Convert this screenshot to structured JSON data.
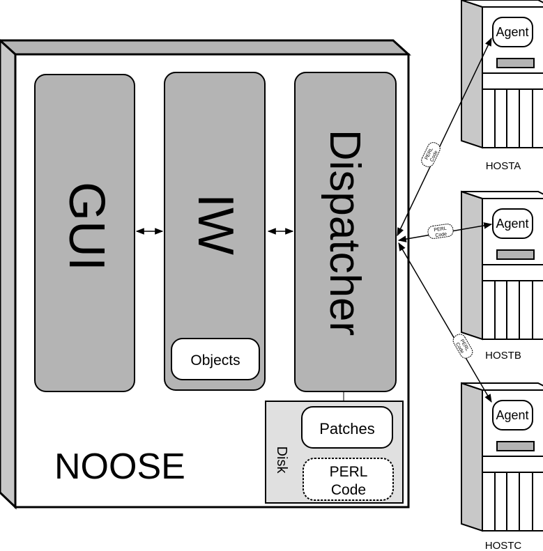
{
  "system": {
    "label": "NOOSE",
    "components": {
      "gui": "GUI",
      "iw": "IW",
      "objects": "Objects",
      "dispatcher": "Dispatcher"
    },
    "disk": {
      "label": "Disk",
      "patches": "Patches",
      "perl_code_line1": "PERL",
      "perl_code_line2": "Code"
    }
  },
  "hosts": [
    {
      "name": "HOSTA",
      "agent": "Agent"
    },
    {
      "name": "HOSTB",
      "agent": "Agent"
    },
    {
      "name": "HOSTC",
      "agent": "Agent"
    }
  ],
  "messages": {
    "line1": "PERL",
    "line2": "Code"
  },
  "colors": {
    "component_fill": "#b4b4b4",
    "slab_fill": "#c8c8c8",
    "disk_fill": "#e0e0e0"
  }
}
